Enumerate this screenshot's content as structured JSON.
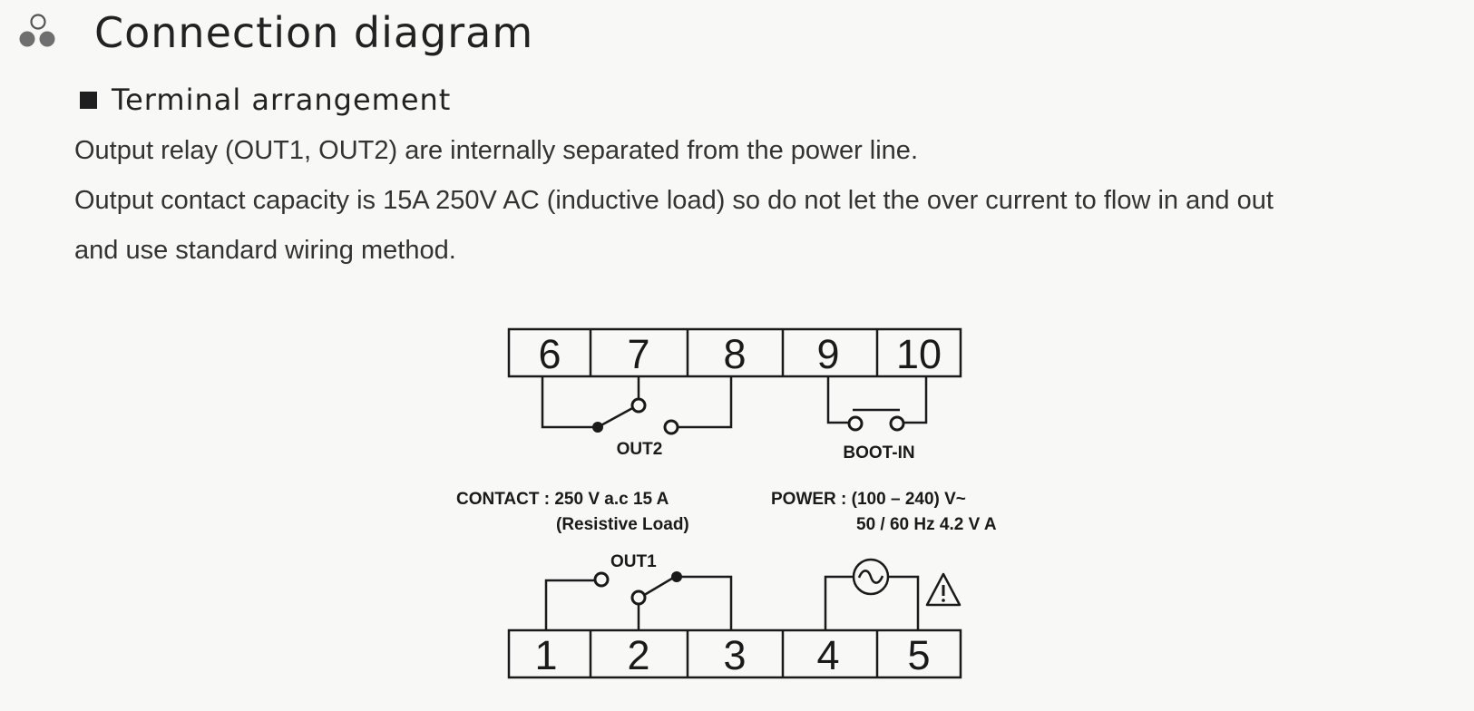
{
  "header": {
    "title": "Connection diagram",
    "icon": "three-dots-icon"
  },
  "section": {
    "heading": "Terminal arrangement",
    "bullet_icon": "square-bullet-icon"
  },
  "body": {
    "line1": "Output relay (OUT1, OUT2) are internally separated from the power line.",
    "line2": "Output contact capacity is 15A 250V AC (inductive load) so do not let the over current to flow in and out",
    "line3": "and use standard wiring method."
  },
  "diagram": {
    "top_terminals": [
      "6",
      "7",
      "8",
      "9",
      "10"
    ],
    "bottom_terminals": [
      "1",
      "2",
      "3",
      "4",
      "5"
    ],
    "out2_label": "OUT2",
    "boot_in_label": "BOOT-IN",
    "out1_label": "OUT1",
    "contact_line1": "CONTACT : 250 V a.c 15 A",
    "contact_line2": "(Resistive Load)",
    "power_line1": "POWER : (100 – 240) V~",
    "power_line2": "50 / 60 Hz 4.2 V A",
    "ac_source_icon": "ac-source-icon",
    "warning_icon": "warning-triangle-icon"
  }
}
